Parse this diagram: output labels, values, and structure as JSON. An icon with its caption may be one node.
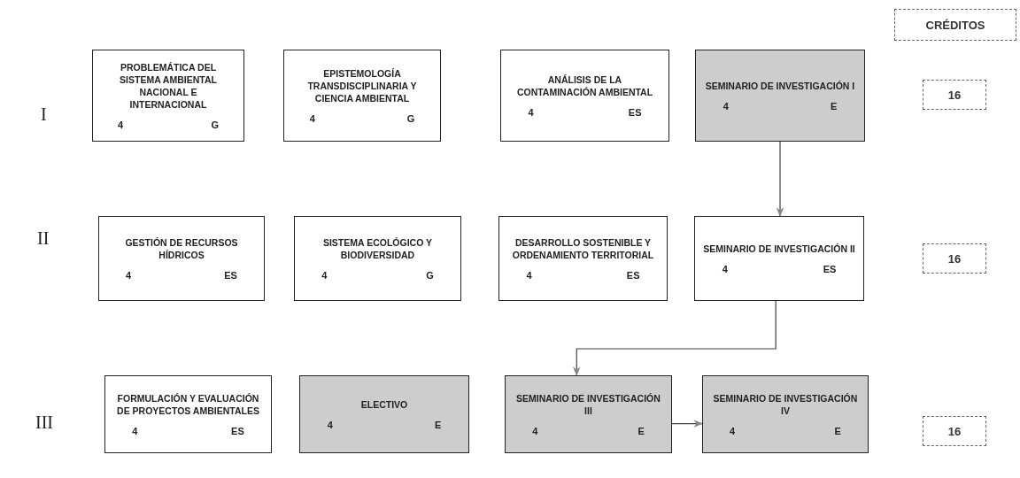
{
  "diagram": {
    "nodes": [
      {
        "text": [
          "CRÉDITOS"
        ]
      },
      {
        "text": [
          "PROBLEMÁTICA DEL SISTEMA AMBIENTAL NACIONAL E INTERNACIONAL",
          "4",
          "G"
        ]
      },
      {
        "text": [
          "EPISTEMOLOGÍA TRANSDISCIPLINARIA Y CIENCIA AMBIENTAL",
          "4",
          "G"
        ]
      },
      {
        "text": [
          "ANÁLISIS DE LA CONTAMINACIÓN AMBIENTAL",
          "4",
          "ES"
        ]
      },
      {
        "text": [
          "SEMINARIO DE INVESTIGACIÓN I",
          "4",
          "E"
        ]
      },
      {
        "text": [
          "16"
        ]
      },
      {
        "text": [
          "GESTIÓN DE RECURSOS HÍDRICOS",
          "4",
          "ES"
        ]
      },
      {
        "text": [
          "SISTEMA ECOLÓGICO Y BIODIVERSIDAD",
          "4",
          "G"
        ]
      },
      {
        "text": [
          "DESARROLLO SOSTENIBLE Y ORDENAMIENTO TERRITORIAL",
          "4",
          "ES"
        ]
      },
      {
        "text": [
          "SEMINARIO DE INVESTIGACIÓN II",
          "4",
          "ES"
        ]
      },
      {
        "text": [
          "16"
        ]
      },
      {
        "text": [
          "FORMULACIÓN Y EVALUACIÓN DE PROYECTOS AMBIENTALES",
          "4",
          "ES"
        ]
      },
      {
        "text": [
          "ELECTIVO",
          "4",
          "E"
        ]
      },
      {
        "text": [
          "SEMINARIO DE INVESTIGACIÓN III",
          "4",
          "E"
        ]
      },
      {
        "text": [
          "SEMINARIO DE INVESTIGACIÓN IV",
          "4",
          "E"
        ]
      },
      {
        "text": [
          "16"
        ]
      }
    ],
    "edges": [
      {
        "from": 4,
        "to": 9,
        "arrow": "to"
      },
      {
        "from": 9,
        "to": 13,
        "arrow": "to"
      },
      {
        "from": 13,
        "to": 14,
        "arrow": "to"
      }
    ],
    "labels": [
      "I",
      "II",
      "III"
    ]
  }
}
